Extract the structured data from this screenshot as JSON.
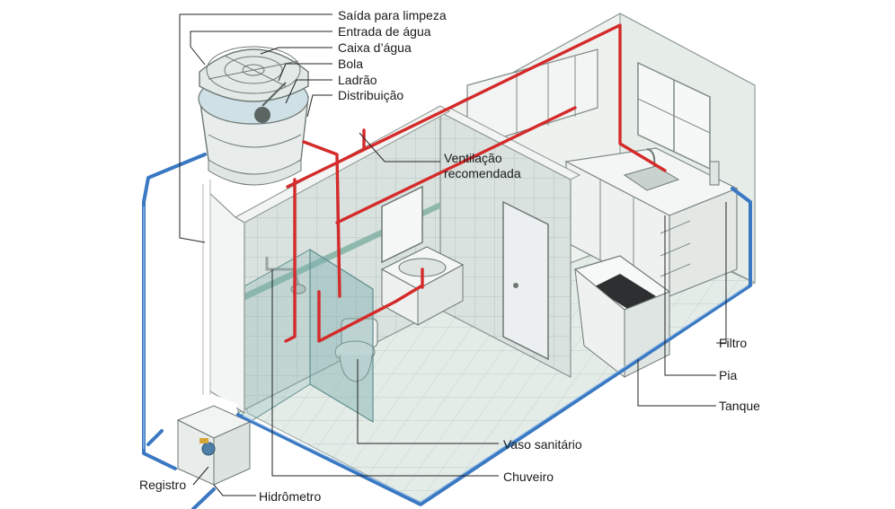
{
  "labels": {
    "saida_limpeza": "Saída para limpeza",
    "entrada_agua": "Entrada de água",
    "caixa_agua": "Caixa d’água",
    "bola": "Bola",
    "ladrao": "Ladrão",
    "distribuicao": "Distribuição",
    "ventilacao_1": "Ventilação",
    "ventilacao_2": "recomendada",
    "filtro": "Filtro",
    "pia": "Pia",
    "tanque": "Tanque",
    "vaso_sanitario": "Vaso sanitário",
    "chuveiro": "Chuveiro",
    "registro": "Registro",
    "hidrometro": "Hidrômetro"
  },
  "colors": {
    "hot_pipe": "#d42a2a",
    "cold_pipe": "#3a78c2",
    "wall_tile": "#cdd7d2",
    "wall_edge": "#8a9490",
    "glass": "#7fb0b0",
    "floor": "#dfe8e3",
    "leader_line": "#222222"
  }
}
